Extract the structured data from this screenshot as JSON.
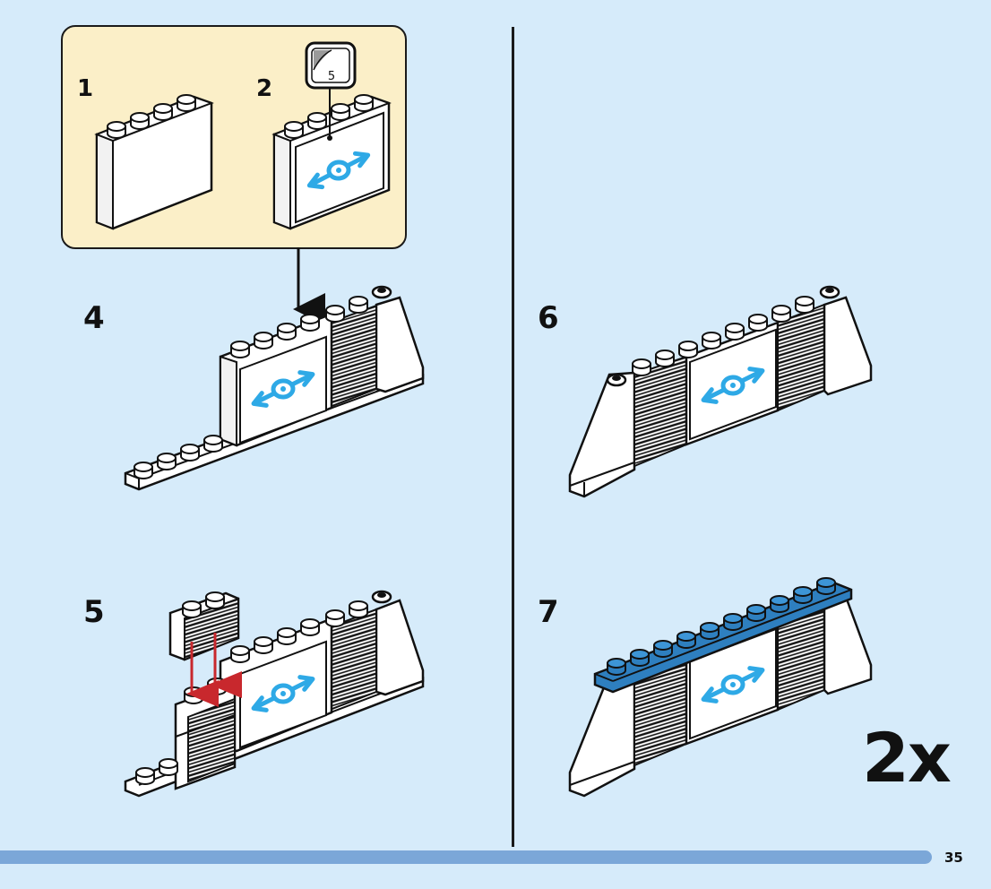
{
  "substeps": [
    {
      "number": "1"
    },
    {
      "number": "2",
      "sticker_ref": "5"
    }
  ],
  "steps": [
    {
      "number": "4"
    },
    {
      "number": "5"
    },
    {
      "number": "6"
    },
    {
      "number": "7"
    }
  ],
  "multiplier": "2x",
  "page_number": "35",
  "colors": {
    "background": "#d6ebfa",
    "callout": "#fbefc8",
    "footer_bar": "#7ba7d8",
    "sticker_blue": "#2ea9e6",
    "arrow_red": "#c8282d",
    "new_part_blue": "#2e7fbf"
  },
  "icons": [
    "sticker-icon",
    "connector-arrow-icon",
    "placement-arrow-icon",
    "train-logo-sticker-icon"
  ]
}
